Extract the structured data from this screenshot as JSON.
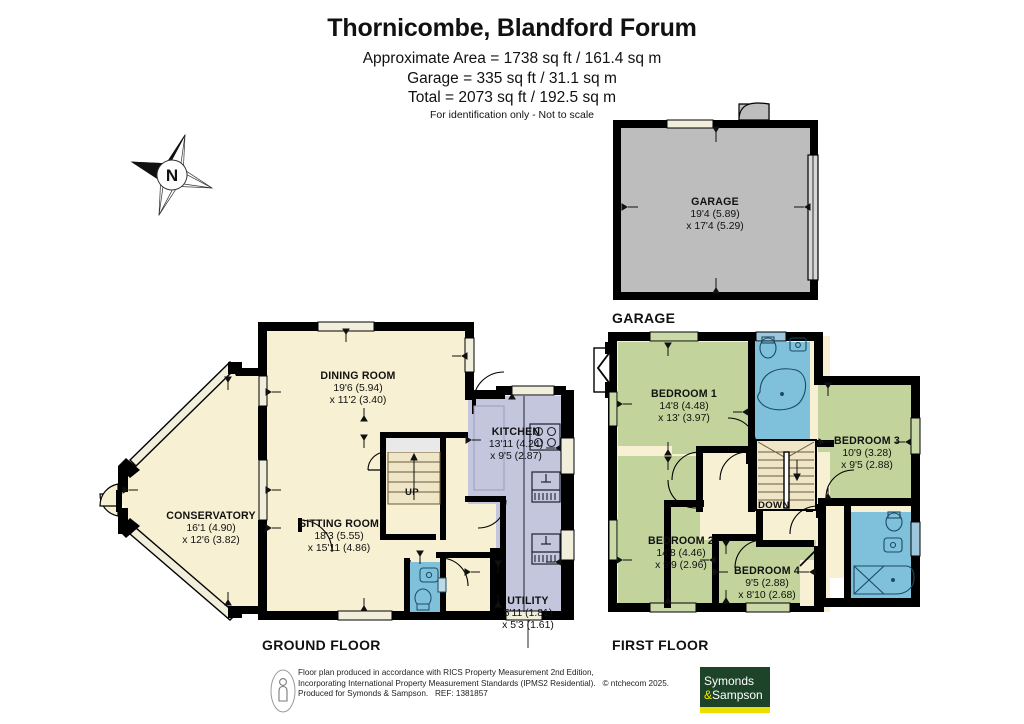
{
  "header": {
    "title": "Thornicombe, Blandford Forum",
    "approx_area": "Approximate Area = 1738 sq ft / 161.4 sq m",
    "garage_area": "Garage = 335 sq ft / 31.1 sq m",
    "total_area": "Total = 2073 sq ft / 192.5 sq m",
    "disclaimer": "For identification only - Not to scale"
  },
  "compass": {
    "label": "N",
    "name": "north-arrow"
  },
  "floor_labels": {
    "garage": "GARAGE",
    "ground": "GROUND FLOOR",
    "first": "FIRST FLOOR"
  },
  "stair_labels": {
    "up": "UP",
    "down": "DOWN"
  },
  "colors": {
    "wall": "#000000",
    "cream": "#F7F0D2",
    "green": "#C2D49C",
    "blue": "#7FC0DA",
    "lavender": "#C4C6DE",
    "grey": "#BDBDBD",
    "window": "#F2EEDC",
    "logo_green": "#1D4428",
    "logo_yellow": "#EADF00"
  },
  "rooms": {
    "garage": {
      "name": "GARAGE",
      "dim1": "19'4 (5.89)",
      "dim2": "x 17'4 (5.29)",
      "fill": "grey"
    },
    "dining_room": {
      "name": "DINING ROOM",
      "dim1": "19'6 (5.94)",
      "dim2": "x 11'2 (3.40)",
      "fill": "cream"
    },
    "conservatory": {
      "name": "CONSERVATORY",
      "dim1": "16'1 (4.90)",
      "dim2": "x 12'6 (3.82)",
      "fill": "cream"
    },
    "sitting_room": {
      "name": "SITTING ROOM",
      "dim1": "18'3 (5.55)",
      "dim2": "x 15'11 (4.86)",
      "fill": "cream"
    },
    "kitchen": {
      "name": "KITCHEN",
      "dim1": "13'11 (4.24)",
      "dim2": "x 9'5 (2.87)",
      "fill": "lavender"
    },
    "utility": {
      "name": "UTILITY",
      "dim1": "5'11 (1.81)",
      "dim2": "x 5'3 (1.61)",
      "fill": "lavender"
    },
    "bedroom_1": {
      "name": "BEDROOM 1",
      "dim1": "14'8 (4.48)",
      "dim2": "x 13' (3.97)",
      "fill": "green"
    },
    "bedroom_2": {
      "name": "BEDROOM 2",
      "dim1": "14'8 (4.46)",
      "dim2": "x 9'9 (2.96)",
      "fill": "green"
    },
    "bedroom_3": {
      "name": "BEDROOM 3",
      "dim1": "10'9 (3.28)",
      "dim2": "x 9'5 (2.88)",
      "fill": "green"
    },
    "bedroom_4": {
      "name": "BEDROOM 4",
      "dim1": "9'5 (2.88)",
      "dim2": "x 8'10 (2.68)",
      "fill": "green"
    }
  },
  "footer": {
    "line1": "Floor plan produced in accordance with RICS Property Measurement 2nd Edition,",
    "line2": "Incorporating International Property Measurement Standards (IPMS2 Residential).",
    "copyright": "© ntchecom 2025.",
    "line3": "Produced for Symonds & Sampson.",
    "ref": "REF: 1381857",
    "logo_line1": "Symonds",
    "logo_amp": "&",
    "logo_line2": "Sampson"
  }
}
